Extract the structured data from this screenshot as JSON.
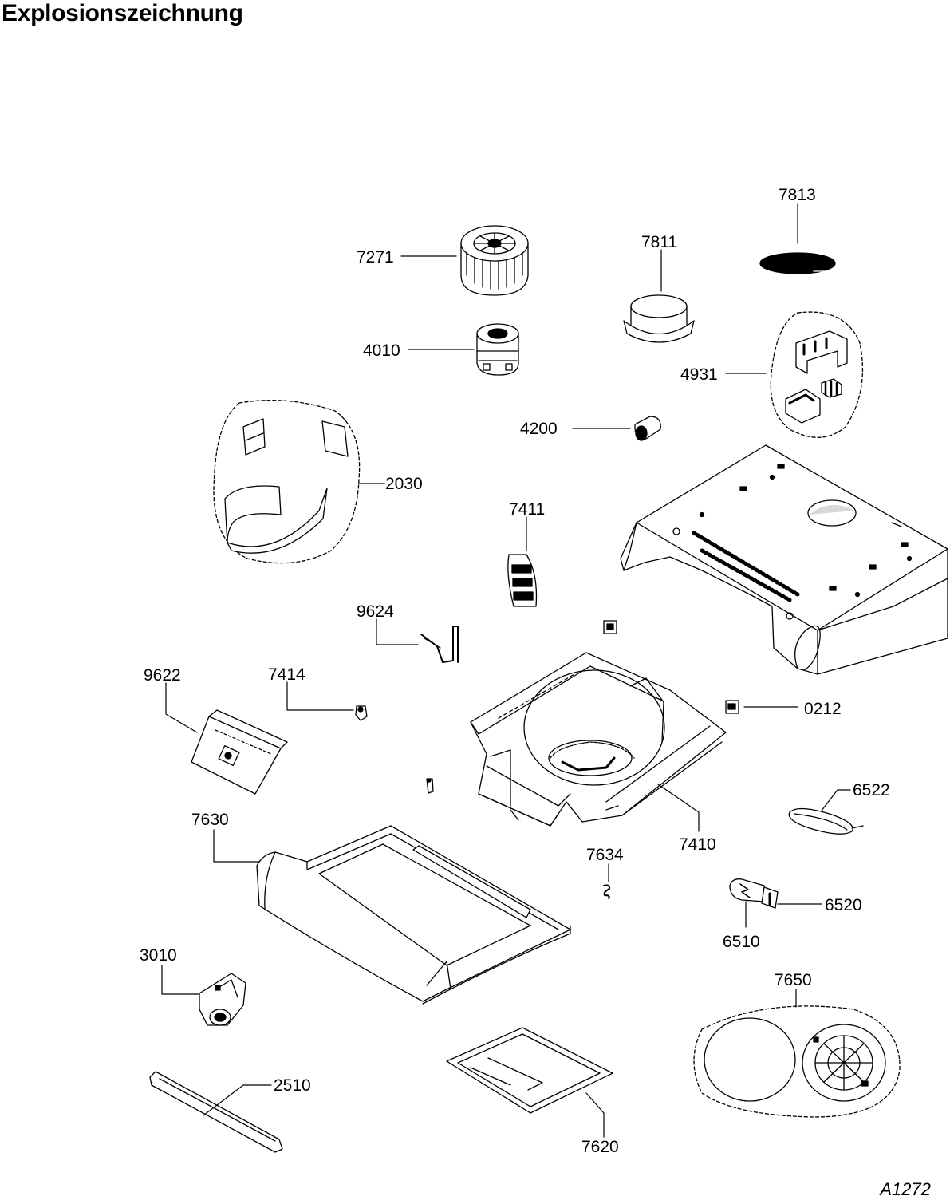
{
  "title": "Explosionszeichnung",
  "drawing_code": "A1272",
  "parts": [
    {
      "id": "p7271",
      "number": "7271",
      "component": "blower-wheel"
    },
    {
      "id": "p7811",
      "number": "7811",
      "component": "duct-collar"
    },
    {
      "id": "p7813",
      "number": "7813",
      "component": "black-seal"
    },
    {
      "id": "p4010",
      "number": "4010",
      "component": "motor"
    },
    {
      "id": "p4931",
      "number": "4931",
      "component": "switch-set"
    },
    {
      "id": "p4200",
      "number": "4200",
      "component": "capacitor"
    },
    {
      "id": "p2030",
      "number": "2030",
      "component": "insulation-set"
    },
    {
      "id": "p7411",
      "number": "7411",
      "component": "flap"
    },
    {
      "id": "p9624",
      "number": "9624",
      "component": "spring-clip"
    },
    {
      "id": "p9622",
      "number": "9622",
      "component": "control-unit"
    },
    {
      "id": "p7414",
      "number": "7414",
      "component": "screw"
    },
    {
      "id": "p0212",
      "number": "0212",
      "component": "clip"
    },
    {
      "id": "p6522",
      "number": "6522",
      "component": "lamp-cover"
    },
    {
      "id": "p7410",
      "number": "7410",
      "component": "fan-housing"
    },
    {
      "id": "p7630",
      "number": "7630",
      "component": "front-panel"
    },
    {
      "id": "p7634",
      "number": "7634",
      "component": "spring"
    },
    {
      "id": "p6520",
      "number": "6520",
      "component": "lamp-socket"
    },
    {
      "id": "p6510",
      "number": "6510",
      "component": "lamp"
    },
    {
      "id": "p3010",
      "number": "3010",
      "component": "switch"
    },
    {
      "id": "p7650",
      "number": "7650",
      "component": "filter-set"
    },
    {
      "id": "p2510",
      "number": "2510",
      "component": "handle-strip"
    },
    {
      "id": "p7620",
      "number": "7620",
      "component": "grease-filter"
    }
  ]
}
